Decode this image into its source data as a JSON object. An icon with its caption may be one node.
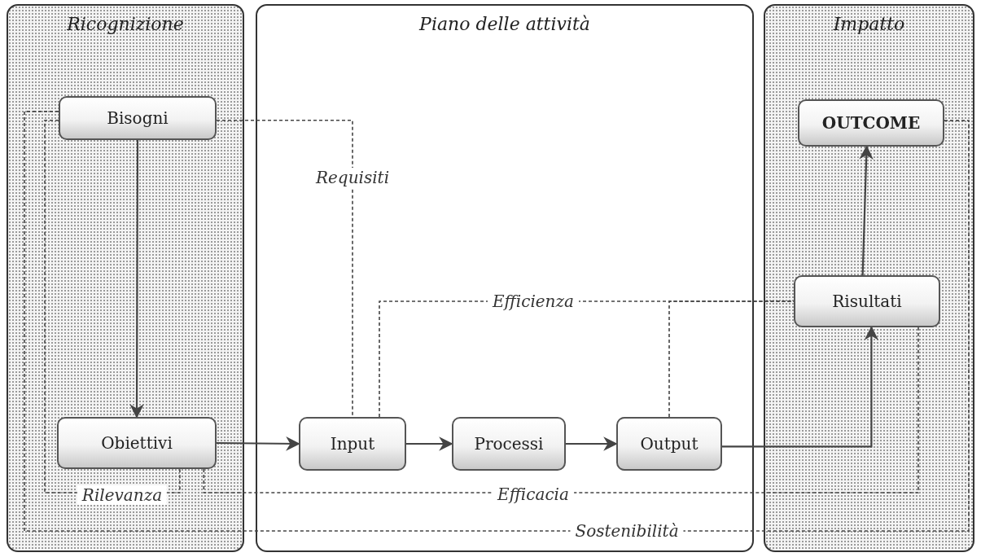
{
  "diagram": {
    "nodes": [
      {
        "text": [
          "Ricognizione"
        ]
      },
      {
        "text": [
          "Piano delle attività"
        ]
      },
      {
        "text": [
          "Impatto"
        ]
      },
      {
        "text": [
          "Bisogni"
        ],
        "in": 0
      },
      {
        "text": [
          "Obiettivi"
        ],
        "in": 0
      },
      {
        "text": [
          "Input"
        ],
        "in": 1
      },
      {
        "text": [
          "Processi"
        ],
        "in": 1
      },
      {
        "text": [
          "Output"
        ],
        "in": 1
      },
      {
        "text": [
          "Risultati"
        ],
        "in": 2
      },
      {
        "text": [
          "OUTCOME"
        ],
        "in": 2
      }
    ],
    "edges": [
      {
        "from": 3,
        "to": 4,
        "arrow": "to"
      },
      {
        "from": 4,
        "to": 5,
        "arrow": "to"
      },
      {
        "from": 5,
        "to": 6,
        "arrow": "to"
      },
      {
        "from": 6,
        "to": 7,
        "arrow": "to"
      },
      {
        "from": 7,
        "to": 8,
        "arrow": "to"
      },
      {
        "from": 8,
        "to": 9,
        "arrow": "to"
      },
      {
        "from": 3,
        "to": 5,
        "arrow": "none",
        "label": "Requisiti",
        "style": "dashed"
      },
      {
        "from": 5,
        "to": 8,
        "arrow": "none",
        "label": "Efficienza",
        "style": "dashed"
      },
      {
        "from": 7,
        "to": 8,
        "arrow": "none",
        "style": "dashed"
      },
      {
        "from": 3,
        "to": 4,
        "arrow": "none",
        "label": "Rilevanza",
        "style": "dashed"
      },
      {
        "from": 4,
        "to": 8,
        "arrow": "none",
        "label": "Efficacia",
        "style": "dashed"
      },
      {
        "from": 3,
        "to": 9,
        "arrow": "none",
        "label": "Sostenibilità",
        "style": "dashed"
      }
    ]
  }
}
